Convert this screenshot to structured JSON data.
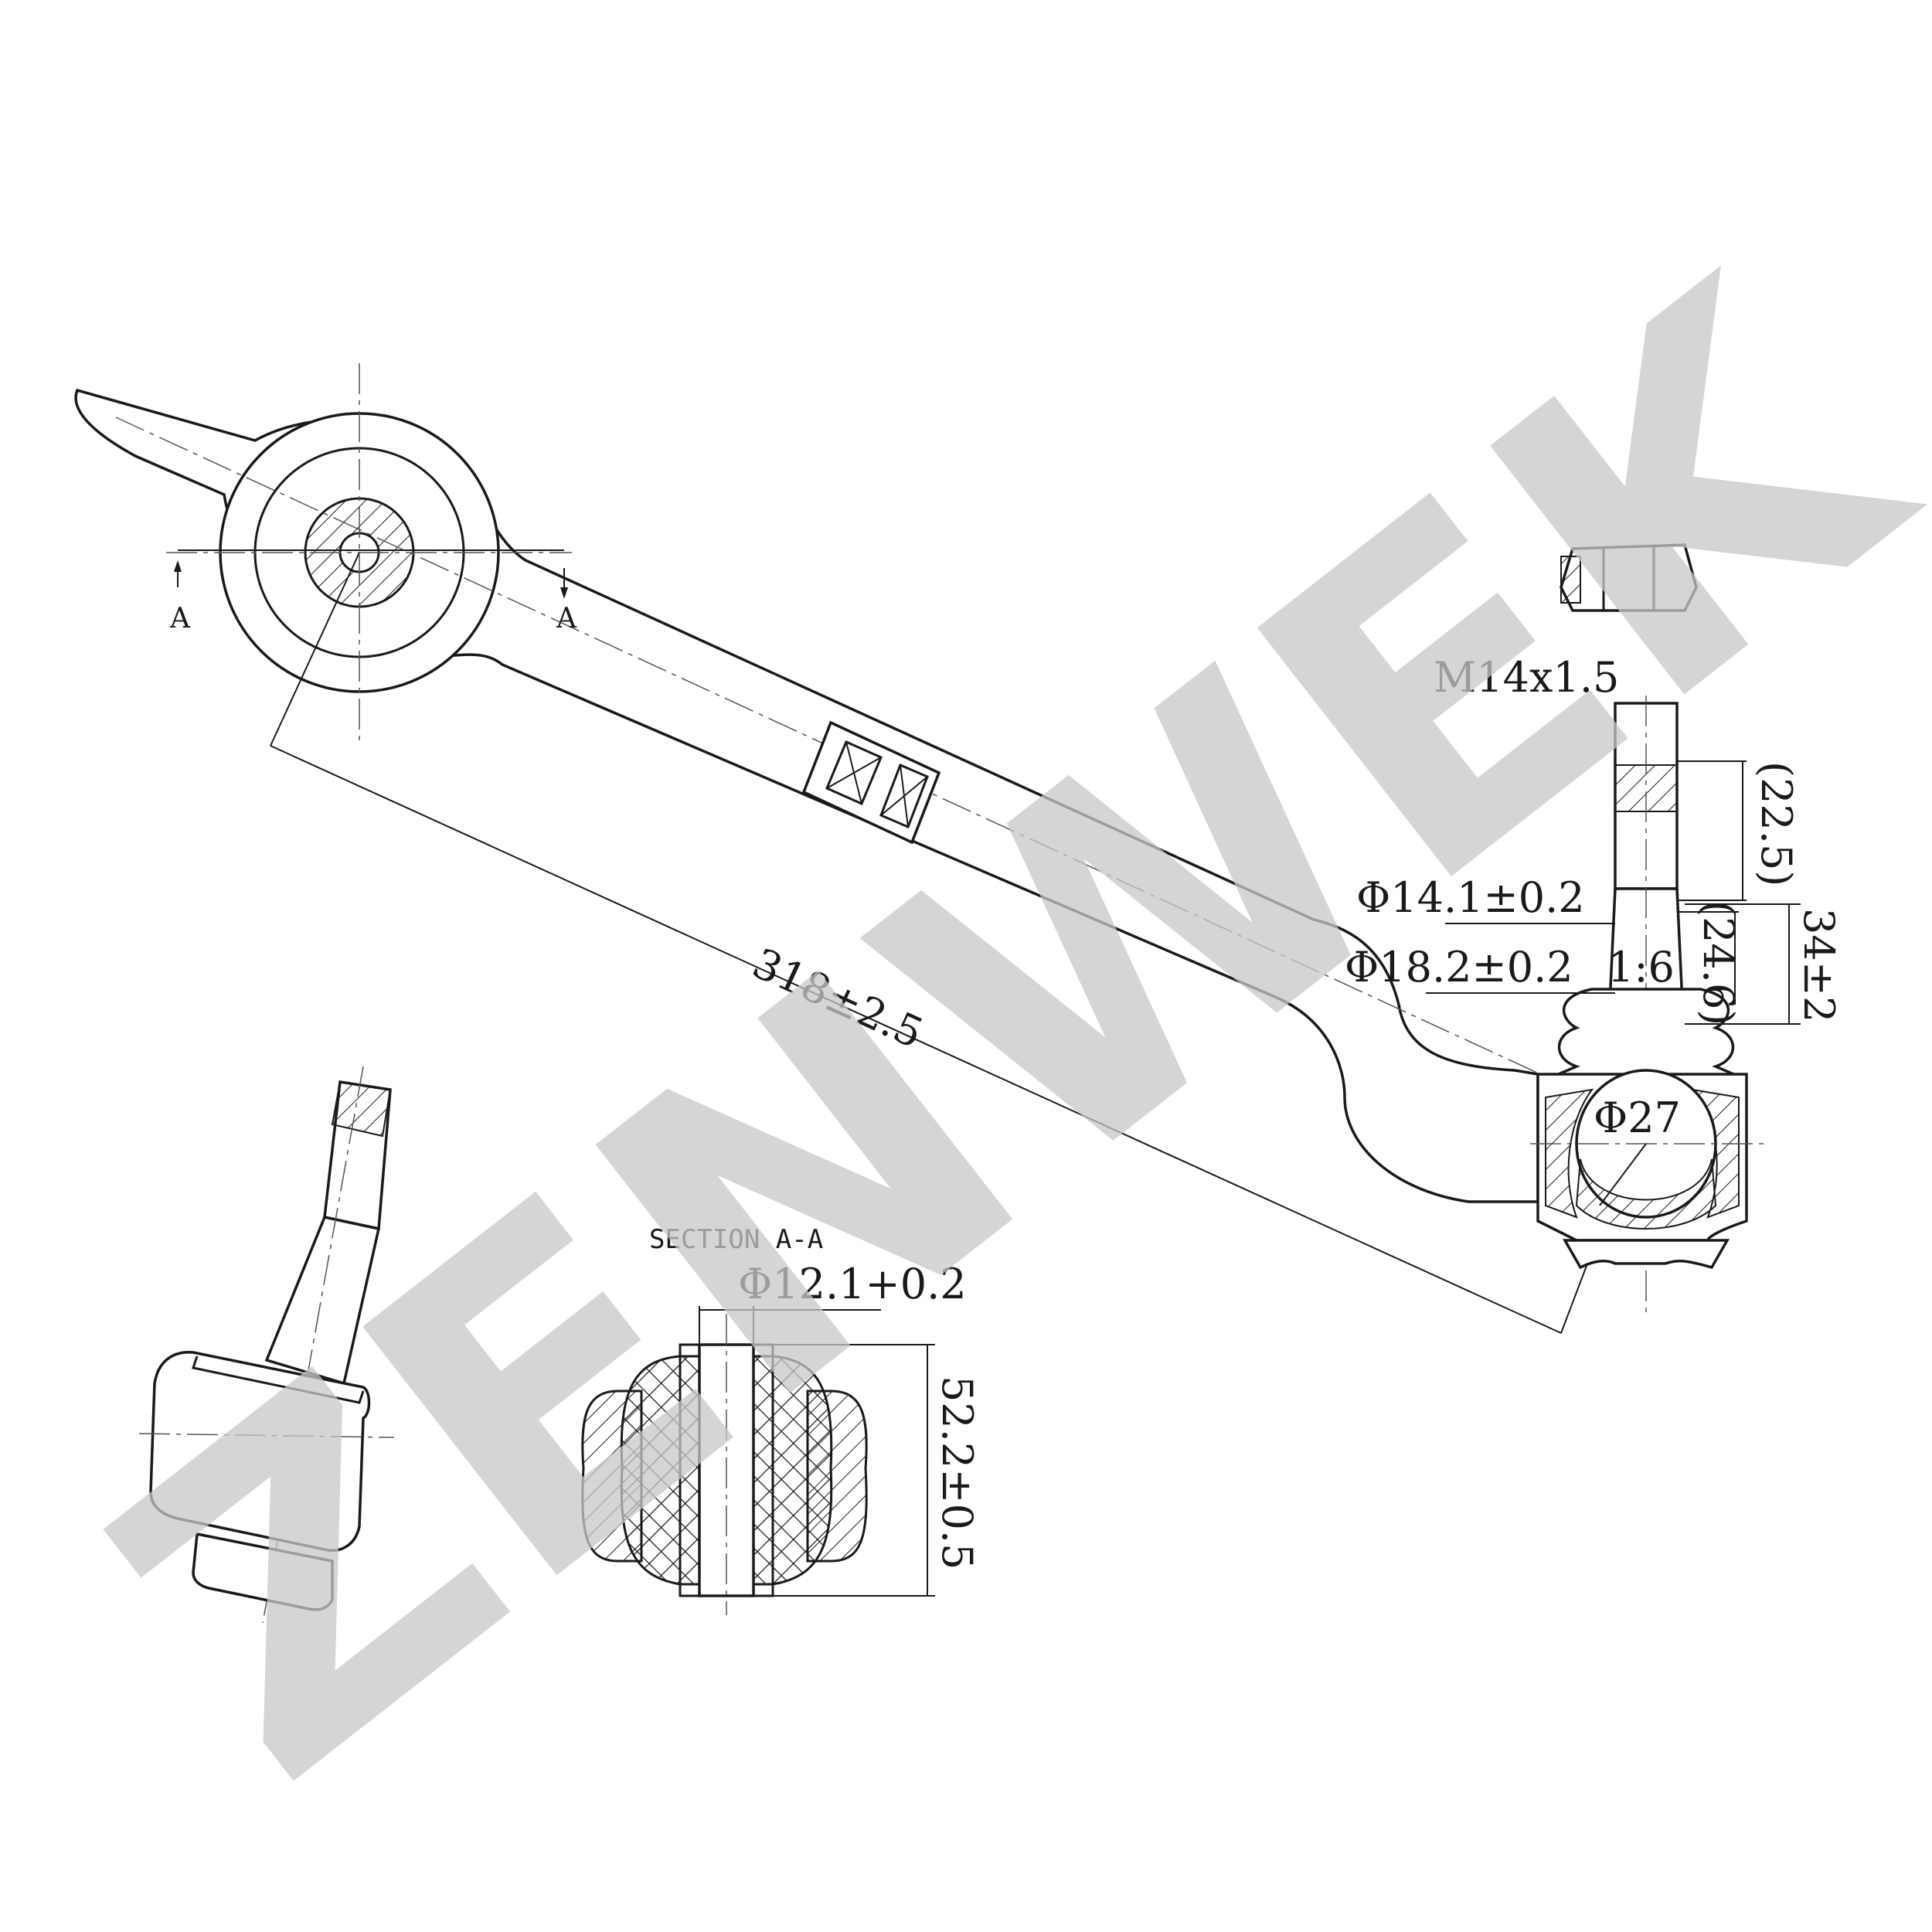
{
  "watermark": {
    "text": "ZENWEK",
    "color": "#c8c8c8"
  },
  "section_label": "SECTION A-A",
  "section_marks": {
    "left": "A",
    "right": "A"
  },
  "dimensions": {
    "length": "318±2.5",
    "thread": "M14x1.5",
    "thread_length": "(22.5)",
    "taper_length": "(24.6)",
    "stud_height": "34±2",
    "dia_small": "Φ14.1±0.2",
    "dia_large": "Φ18.2±0.2",
    "taper": "1:6",
    "ball_dia": "Φ27",
    "bushing_bore": "Φ12.1+0.2",
    "bushing_width": "52.2±0.5"
  },
  "colors": {
    "line": "#1a1a1a",
    "watermark": "#c8c8c8",
    "background": "#ffffff"
  }
}
